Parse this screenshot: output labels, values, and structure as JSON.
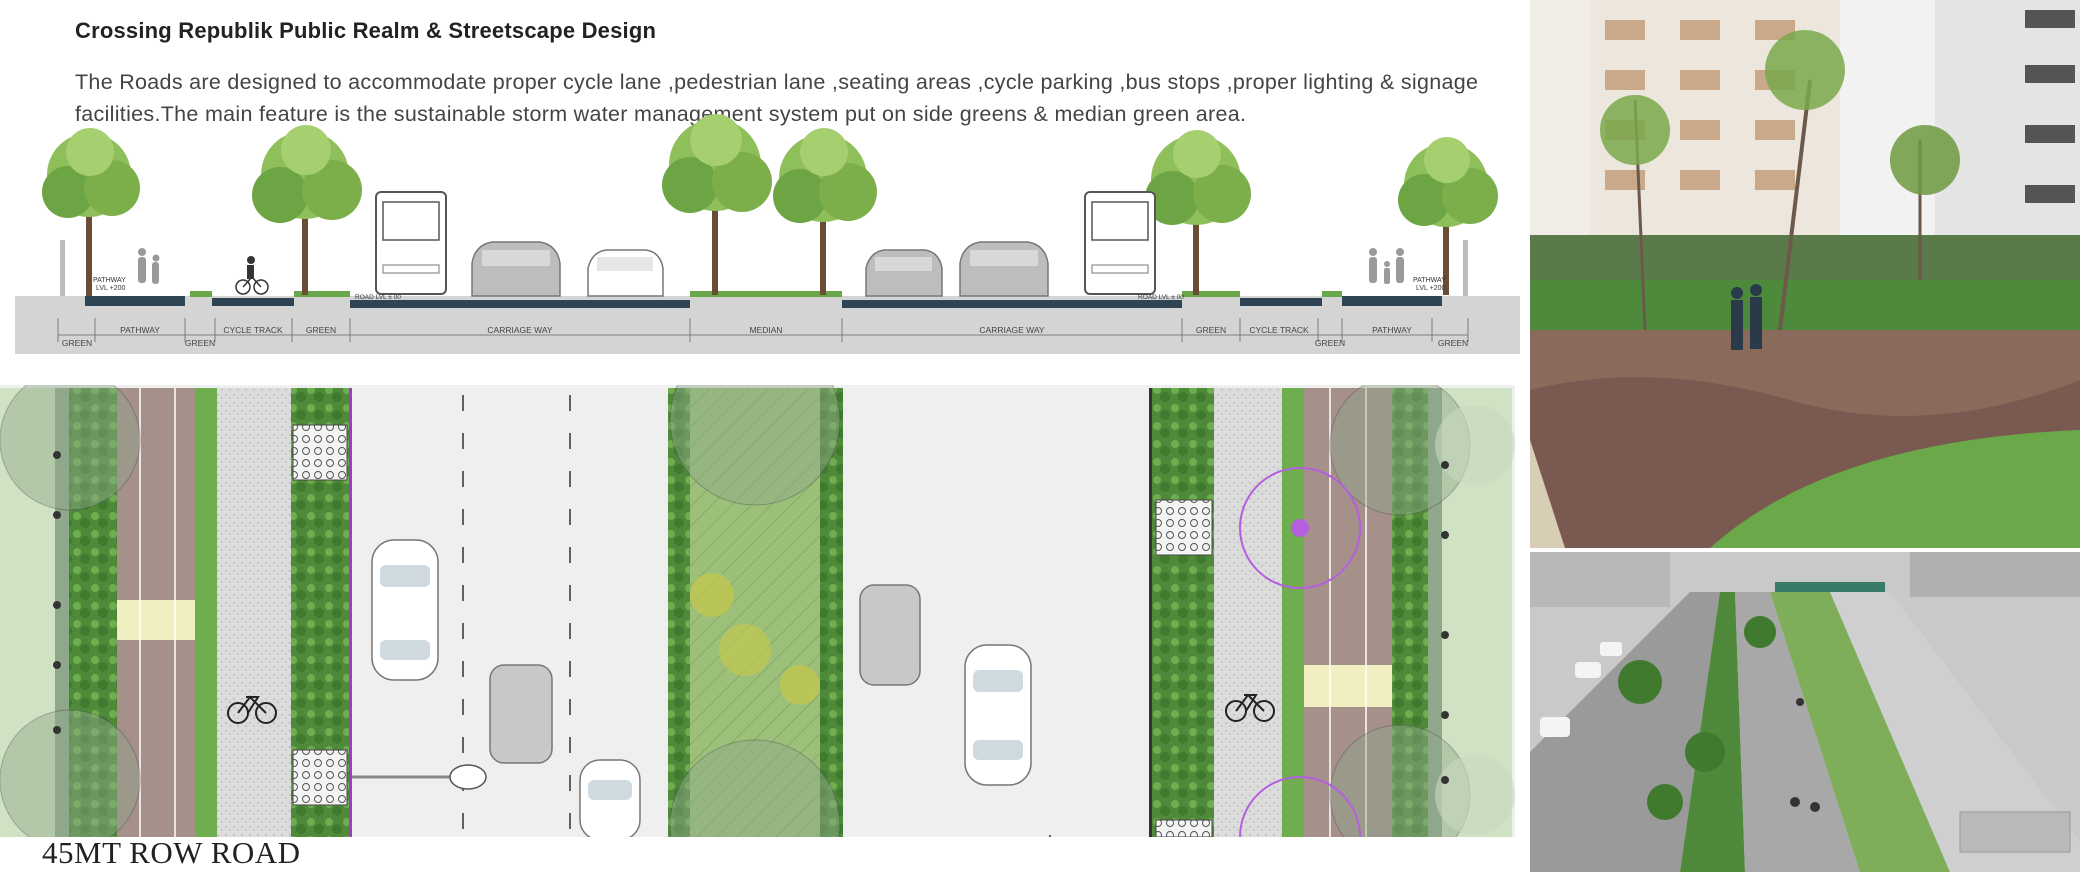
{
  "title": "Crossing Republik Public Realm & Streetscape Design",
  "description": "The Roads are designed to accommodate proper cycle lane ,pedestrian lane ,seating areas ,cycle parking ,bus stops ,proper lighting & signage facilities.The main feature is the sustainable storm water management system put on side greens & median green area.",
  "section": {
    "zones": [
      "GREEN",
      "PATHWAY",
      "GREEN",
      "CYCLE TRACK",
      "GREEN",
      "CARRIAGE WAY",
      "MEDIAN",
      "CARRIAGE WAY",
      "GREEN",
      "CYCLE TRACK",
      "GREEN",
      "PATHWAY",
      "GREEN"
    ],
    "left_pathway_level": [
      "PATHWAY",
      "LVL +200"
    ],
    "right_pathway_level": [
      "PATHWAY",
      "LVL +200"
    ],
    "left_road_level": "ROAD LVL ± 00",
    "right_road_level": "ROAD LVL ± 00"
  },
  "plan_label": "45MT ROW ROAD",
  "colors": {
    "tree_green": "#7cae4a",
    "planting_green": "#5e8f3a",
    "road_grey": "#efefef",
    "cycle_track_grey": "#d2d2d2",
    "pathway_brown": "#a6908a",
    "bench_yellow": "#f1eec2",
    "lamp_purple": "#b55fe0"
  }
}
